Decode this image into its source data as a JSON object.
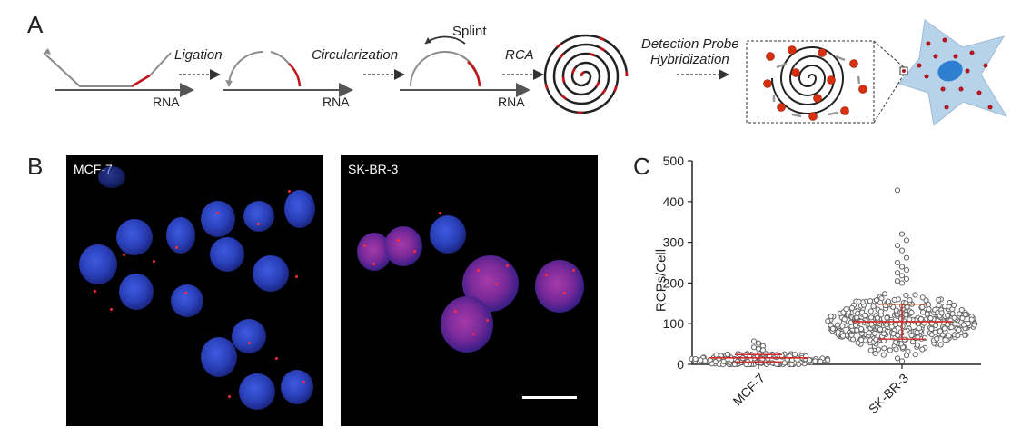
{
  "panels": {
    "a": {
      "letter": "A"
    },
    "b": {
      "letter": "B"
    },
    "c": {
      "letter": "C"
    }
  },
  "schematic": {
    "steps": [
      "Ligation",
      "Circularization",
      "RCA"
    ],
    "splint_label": "Splint",
    "detection_label_line1": "Detection Probe",
    "detection_label_line2": "Hybridization",
    "rna_label": "RNA"
  },
  "micrographs": [
    {
      "label": "MCF-7"
    },
    {
      "label": "SK-BR-3"
    }
  ],
  "colors": {
    "ligation_red": "#c0141b",
    "strand_gray": "#8a8a8a",
    "rcp_red": "#c0141b",
    "chart_line": "#d42a2a"
  },
  "chart_data": {
    "type": "scatter",
    "ylabel": "RCPs/Cell",
    "ylim": [
      0,
      500
    ],
    "yticks": [
      0,
      100,
      200,
      300,
      400,
      500
    ],
    "categories": [
      "MCF-7",
      "SK-BR-3"
    ],
    "series": [
      {
        "median": 12,
        "mean": 16,
        "sd_low": 6,
        "sd_high": 24,
        "max": 57,
        "outliers": [
          57,
          52,
          45,
          42,
          38,
          35
        ]
      },
      {
        "median": 102,
        "mean": 105,
        "sd_low": 62,
        "sd_high": 148,
        "max": 428,
        "min": 8,
        "outliers": [
          428,
          320,
          305,
          292,
          280,
          262,
          250,
          240,
          232,
          225,
          218,
          210,
          205,
          200,
          22,
          15,
          8
        ]
      }
    ]
  }
}
